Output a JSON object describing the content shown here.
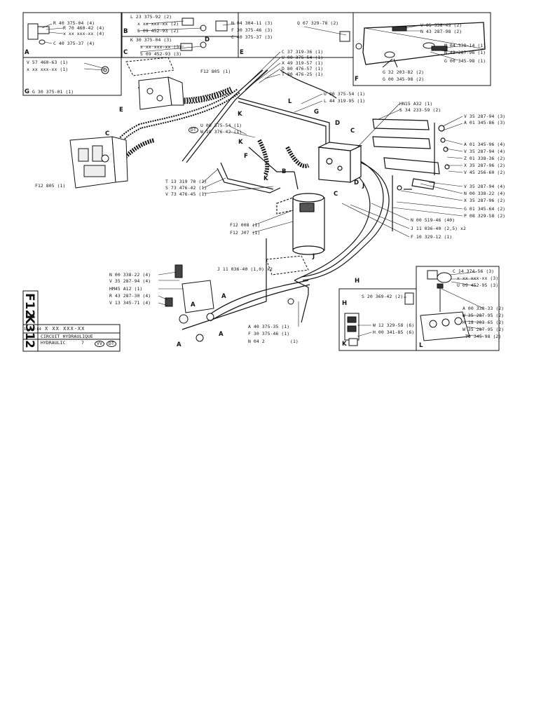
{
  "title_block": {
    "ref_placeholder": "X XX XXX-XX",
    "title_fr": "CIRCUIT HYDRAULIQUE",
    "title_en": "HYDRAULIC",
    "suffix": "7",
    "vv_badge": "VV",
    "dt_badge": "DT",
    "date_code": "12-03-84",
    "side_codes": [
      "F12",
      "K31",
      "2"
    ]
  },
  "box_A": {
    "letter": "A",
    "items": [
      "R 40 375-04 (4)",
      "R 70 460-42 (4)",
      "x xx xxx-xx (4)",
      "C 40 375-37 (4)"
    ]
  },
  "box_B": {
    "letter": "B",
    "items": [
      "L 23 375-92 (2)",
      "x xx xxx-xx (2)",
      "S 09 452-93 (2)"
    ]
  },
  "box_C": {
    "letter": "C",
    "items": [
      "K 30 375-04 (3)",
      "x xx xxx-xx (3)",
      "S 09 452-93 (3)"
    ]
  },
  "box_D": {
    "letter": "D",
    "items": [
      "N 04 304-11 (3)",
      "F 30 375-46 (3)",
      "C 40 375-37 (3)"
    ]
  },
  "box_E": {
    "letter": "E",
    "items": [
      "Q 07 329-78 (2)"
    ]
  },
  "box_F": {
    "letter": "F",
    "items": [
      "V 05 338-49 (2)",
      "N 43 287-98 (2)",
      "M 04 338-14 (1)",
      "N 43 287-96 (1)",
      "G 00 345-98 (1)",
      "G 32 203-82 (2)",
      "G 00 345-98 (2)"
    ]
  },
  "box_G": {
    "letter": "G",
    "items": [
      "V 57 460-63 (1)",
      "x xx xxx-xx (1)",
      "G 30 375-01 (1)"
    ]
  },
  "box_H": {
    "letter": "H",
    "items": [
      "S 20 369-42 (2)",
      "W 12 329-58 (6)",
      "H 00 341-85 (6)"
    ]
  },
  "box_K": {
    "letter": "K"
  },
  "box_L": {
    "letter": "L",
    "items": [
      "C 14 374-56 (3)",
      "x xx xxx-xx (3)",
      "U 09 452-95 (3)",
      "A 00 338-33 (2)",
      "W 35 287-95 (2)",
      "H 18 203-65 (2)",
      "W 35 287-95 (2)",
      "70 345-98 (2)"
    ]
  },
  "main_labels": {
    "hose_top": [
      "C 37 319-36 (1)",
      "U 00 375-54 (1)",
      "X 49 319-57 (1)",
      "D 80 476-57 (1)",
      "T 80 476-25 (1)"
    ],
    "valve_group": [
      "U 00 375-54 (1)",
      "L 44 319-95 (1)"
    ],
    "f12_805_top": "F12 805 (1)",
    "dt_ref": "DT",
    "mid_left": [
      "U 00 375-54 (1)",
      "W 10 376-42 (1)"
    ],
    "f12_805_left": "F12 805 (1)",
    "pipe_group": [
      "T 13 319 70 (2)",
      "S 73 476-42 (1)",
      "V 73 476-45 (1)"
    ],
    "filter": [
      "F12 008 (1)",
      "F12 J07 (1)"
    ],
    "bracket_top": [
      "HN15 A32 (1)",
      "S 34 233-59 (2)"
    ],
    "bracket_right": [
      "V 35 287-94 (3)",
      "A 01 345-86 (3)",
      "A 01 345-96 (4)",
      "V 35 287-94 (4)",
      "Z 01 338-36 (2)",
      "X 35 287-96 (2)",
      "V 45 256-60 (2)"
    ],
    "bracket_lower": [
      "V 35 287-94 (4)",
      "N 00 338-22 (4)",
      "X 35 287-96 (2)",
      "G 01 345-64 (2)",
      "P 08 329-58 (2)"
    ],
    "center_lower": [
      "N 00 519-46 (40)",
      "J 11 036-40 (2,5) x2",
      "F 10 329-12 (1)"
    ],
    "cyl_left": [
      "N 00 338-22 (4)",
      "V 35 287-94 (4)",
      "HM45 A12 (1)",
      "R 43 287-30 (4)",
      "V 13 345-71 (4)"
    ],
    "hose_lower": "J 11 036-40 (1,0) x2",
    "bottom_center": [
      "A 40 375-35 (1)",
      "F 30 375-46 (1)",
      "N 04 2",
      "(1)"
    ],
    "callouts": [
      "A",
      "A",
      "A",
      "A",
      "B",
      "C",
      "C",
      "C",
      "D",
      "D",
      "E",
      "F",
      "G",
      "H",
      "J",
      "J",
      "K",
      "K",
      "K",
      "L"
    ]
  }
}
